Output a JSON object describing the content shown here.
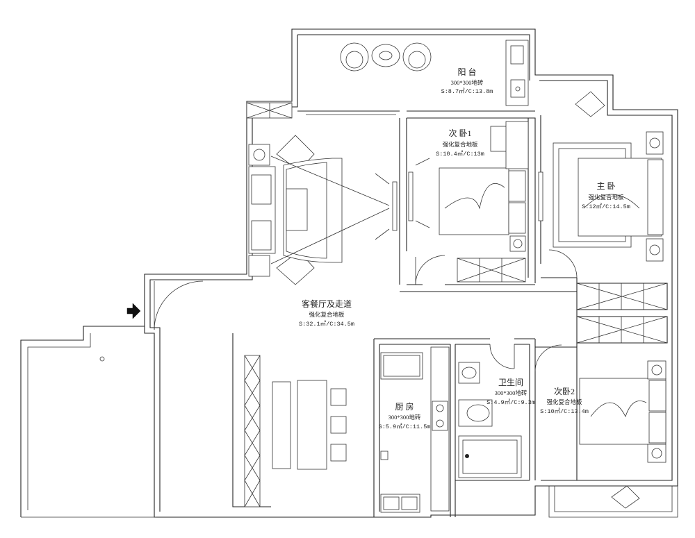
{
  "plan": {
    "rooms": [
      {
        "id": "balcony",
        "name": "阳 台",
        "floor": "300*300地砖",
        "area": "S:8.7㎡/C:13.8m"
      },
      {
        "id": "bedroom1",
        "name": "次 卧1",
        "floor": "强化复合地板",
        "area": "S:10.4㎡/C:13m"
      },
      {
        "id": "master",
        "name": "主 卧",
        "floor": "强化复合地板",
        "area": "S:12㎡/C:14.5m"
      },
      {
        "id": "living",
        "name": "客餐厅及走道",
        "floor": "强化复合地板",
        "area": "S:32.1㎡/C:34.5m"
      },
      {
        "id": "bathroom",
        "name": "卫生间",
        "floor": "300*300地砖",
        "area": "S:4.9㎡/C:9.3m"
      },
      {
        "id": "kitchen",
        "name": "厨 房",
        "floor": "300*300地砖",
        "area": "S:5.9㎡/C:11.5m"
      },
      {
        "id": "bedroom2",
        "name": "次卧2",
        "floor": "强化复合地板",
        "area": "S:10㎡/C:13.4m"
      }
    ],
    "entrance_icon": "entrance-arrow-icon"
  }
}
